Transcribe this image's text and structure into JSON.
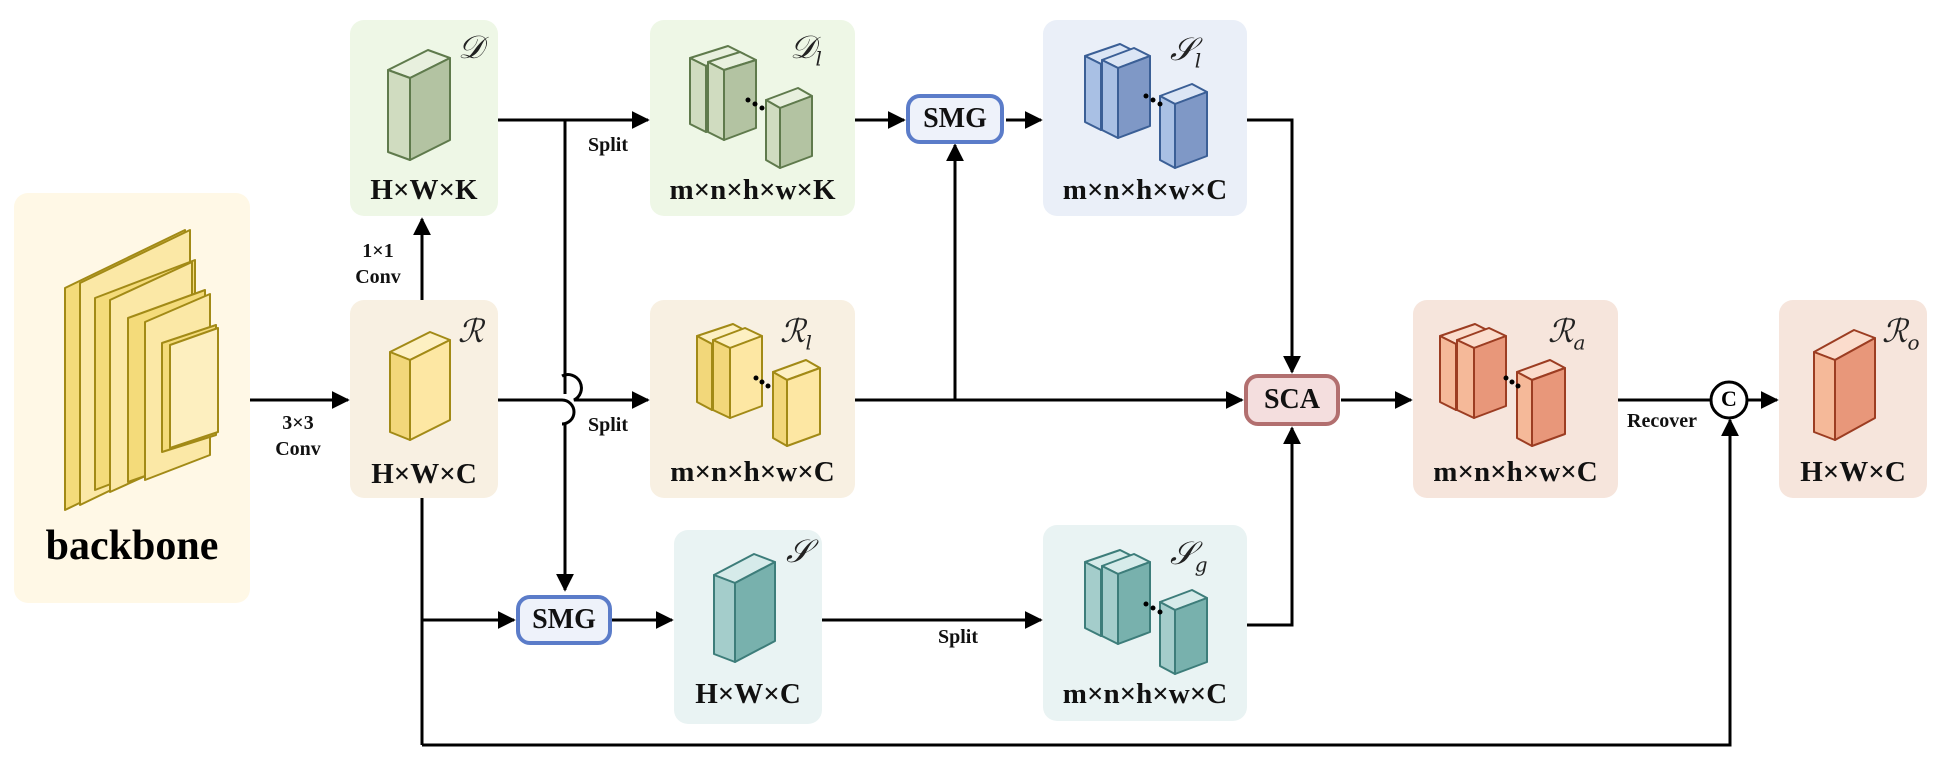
{
  "backbone": {
    "label": "backbone"
  },
  "nodes": {
    "D": {
      "symbol": "𝒟",
      "sub": "",
      "dims": "H×W×K"
    },
    "R": {
      "symbol": "ℛ",
      "sub": "",
      "dims": "H×W×C"
    },
    "Dl": {
      "symbol": "𝒟",
      "sub": "l",
      "dims": "m×n×h×w×K"
    },
    "Rl": {
      "symbol": "ℛ",
      "sub": "l",
      "dims": "m×n×h×w×C"
    },
    "S": {
      "symbol": "𝒮",
      "sub": "",
      "dims": "H×W×C"
    },
    "Sl": {
      "symbol": "𝒮",
      "sub": "l",
      "dims": "m×n×h×w×C"
    },
    "Sg": {
      "symbol": "𝒮",
      "sub": "g",
      "dims": "m×n×h×w×C"
    },
    "Ra": {
      "symbol": "ℛ",
      "sub": "a",
      "dims": "m×n×h×w×C"
    },
    "Ro": {
      "symbol": "ℛ",
      "sub": "o",
      "dims": "H×W×C"
    }
  },
  "modules": {
    "smg": "SMG",
    "sca": "SCA",
    "concat": "C"
  },
  "ops": {
    "conv1x1": [
      "1×1",
      "Conv"
    ],
    "conv3x3": [
      "3×3",
      "Conv"
    ],
    "split": "Split",
    "recover": "Recover"
  },
  "colors": {
    "backbone_panel": "#fff8e6",
    "green_panel": "#eef7e6",
    "yellow_panel": "#f8f0e2",
    "blue_panel": "#eaeff8",
    "teal_panel": "#e9f3f3",
    "orange_panel": "#f6e5dc",
    "arrow": "#000000"
  }
}
